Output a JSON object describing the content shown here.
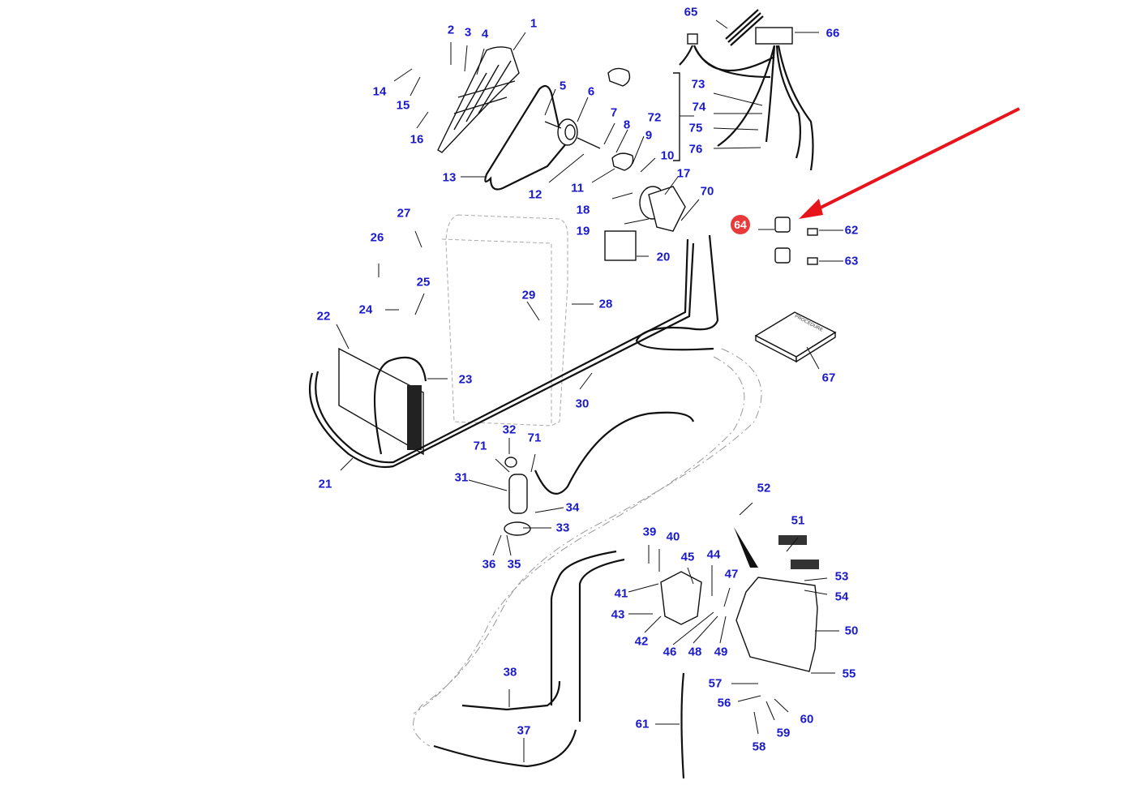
{
  "diagram": {
    "type": "exploded-parts-diagram",
    "subject": "Air conditioning system components",
    "highlighted_part": "64",
    "highlight_color": "#e83a3a",
    "arrow_color": "#e8141b",
    "label_color": "#1a1acc",
    "labels": [
      {
        "id": "1",
        "text": "1"
      },
      {
        "id": "2",
        "text": "2"
      },
      {
        "id": "3",
        "text": "3"
      },
      {
        "id": "4",
        "text": "4"
      },
      {
        "id": "5",
        "text": "5"
      },
      {
        "id": "6",
        "text": "6"
      },
      {
        "id": "7",
        "text": "7"
      },
      {
        "id": "8",
        "text": "8"
      },
      {
        "id": "9",
        "text": "9"
      },
      {
        "id": "10",
        "text": "10"
      },
      {
        "id": "11",
        "text": "11"
      },
      {
        "id": "12",
        "text": "12"
      },
      {
        "id": "13",
        "text": "13"
      },
      {
        "id": "14",
        "text": "14"
      },
      {
        "id": "15",
        "text": "15"
      },
      {
        "id": "16",
        "text": "16"
      },
      {
        "id": "17",
        "text": "17"
      },
      {
        "id": "18",
        "text": "18"
      },
      {
        "id": "19",
        "text": "19"
      },
      {
        "id": "20",
        "text": "20"
      },
      {
        "id": "21",
        "text": "21"
      },
      {
        "id": "22",
        "text": "22"
      },
      {
        "id": "23",
        "text": "23"
      },
      {
        "id": "24",
        "text": "24"
      },
      {
        "id": "25",
        "text": "25"
      },
      {
        "id": "26",
        "text": "26"
      },
      {
        "id": "27",
        "text": "27"
      },
      {
        "id": "28",
        "text": "28"
      },
      {
        "id": "29",
        "text": "29"
      },
      {
        "id": "30",
        "text": "30"
      },
      {
        "id": "31",
        "text": "31"
      },
      {
        "id": "32",
        "text": "32"
      },
      {
        "id": "33",
        "text": "33"
      },
      {
        "id": "34",
        "text": "34"
      },
      {
        "id": "35",
        "text": "35"
      },
      {
        "id": "36",
        "text": "36"
      },
      {
        "id": "37",
        "text": "37"
      },
      {
        "id": "38",
        "text": "38"
      },
      {
        "id": "39",
        "text": "39"
      },
      {
        "id": "40",
        "text": "40"
      },
      {
        "id": "41",
        "text": "41"
      },
      {
        "id": "42",
        "text": "42"
      },
      {
        "id": "43",
        "text": "43"
      },
      {
        "id": "44",
        "text": "44"
      },
      {
        "id": "45",
        "text": "45"
      },
      {
        "id": "46",
        "text": "46"
      },
      {
        "id": "47",
        "text": "47"
      },
      {
        "id": "48",
        "text": "48"
      },
      {
        "id": "49",
        "text": "49"
      },
      {
        "id": "50",
        "text": "50"
      },
      {
        "id": "51",
        "text": "51"
      },
      {
        "id": "52",
        "text": "52"
      },
      {
        "id": "53",
        "text": "53"
      },
      {
        "id": "54",
        "text": "54"
      },
      {
        "id": "55",
        "text": "55"
      },
      {
        "id": "56",
        "text": "56"
      },
      {
        "id": "57",
        "text": "57"
      },
      {
        "id": "58",
        "text": "58"
      },
      {
        "id": "59",
        "text": "59"
      },
      {
        "id": "60",
        "text": "60"
      },
      {
        "id": "61",
        "text": "61"
      },
      {
        "id": "62",
        "text": "62"
      },
      {
        "id": "63",
        "text": "63"
      },
      {
        "id": "64",
        "text": "64"
      },
      {
        "id": "65",
        "text": "65"
      },
      {
        "id": "66",
        "text": "66"
      },
      {
        "id": "67",
        "text": "67"
      },
      {
        "id": "70",
        "text": "70"
      },
      {
        "id": "71a",
        "text": "71"
      },
      {
        "id": "71b",
        "text": "71"
      },
      {
        "id": "72",
        "text": "72"
      },
      {
        "id": "73",
        "text": "73"
      },
      {
        "id": "74",
        "text": "74"
      },
      {
        "id": "75",
        "text": "75"
      },
      {
        "id": "76",
        "text": "76"
      }
    ],
    "booklet_text": "PROCEDURE"
  }
}
